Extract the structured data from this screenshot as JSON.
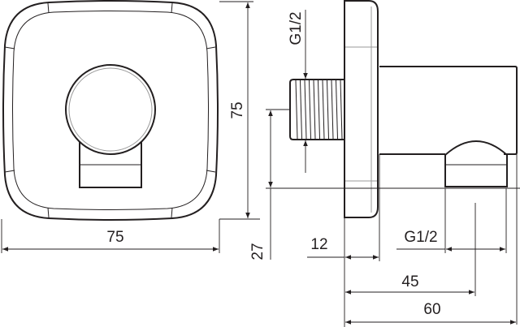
{
  "drawing": {
    "front_view": {
      "width_label": "75",
      "height_label": "75"
    },
    "side_view": {
      "inlet_thread_label": "G1/2",
      "outlet_thread_label": "G1/2",
      "outlet_height_label": "27",
      "plate_depth_label": "12",
      "outlet_offset_label": "45",
      "total_depth_label": "60"
    }
  }
}
